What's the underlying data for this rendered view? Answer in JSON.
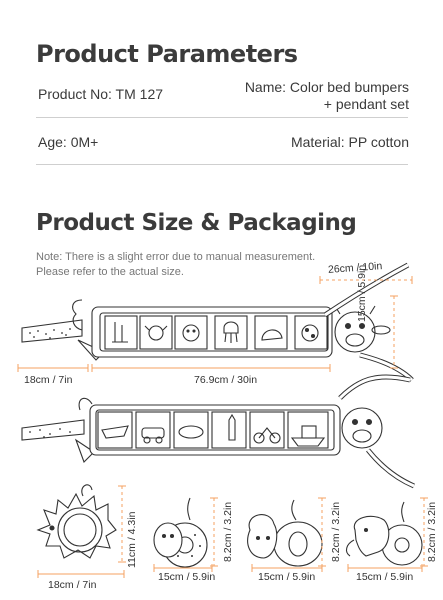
{
  "parameters": {
    "title": "Product Parameters",
    "product_no": "Product No: TM 127",
    "name_line1": "Name: Color bed bumpers",
    "name_line2": "+ pendant set",
    "age": "Age: 0M+",
    "material": "Material: PP cotton"
  },
  "size_section": {
    "title": "Product Size & Packaging",
    "note_line1": "Note: There is a slight error due to manual measurement.",
    "note_line2": "Please refer to the actual size."
  },
  "dimensions": {
    "top_arm_width": "26cm / 10in",
    "bumper_height": "15cm / 5.9in",
    "left_tail": "18cm / 7in",
    "bumper_length": "76.9cm / 30in",
    "hedgehog_width": "18cm / 7in",
    "hedgehog_height": "11cm / 4.3in",
    "pendant1_width": "15cm / 5.9in",
    "pendant1_height": "8.2cm / 3.2in",
    "pendant2_width": "15cm / 5.9in",
    "pendant2_height": "8.2cm / 3.2in",
    "pendant3_width": "15cm / 5.9in",
    "pendant3_height": "8.2cm / 3.2in"
  },
  "colors": {
    "accent": "#f4a261",
    "text": "#3a3a3a",
    "divider": "#cfcfcf"
  }
}
